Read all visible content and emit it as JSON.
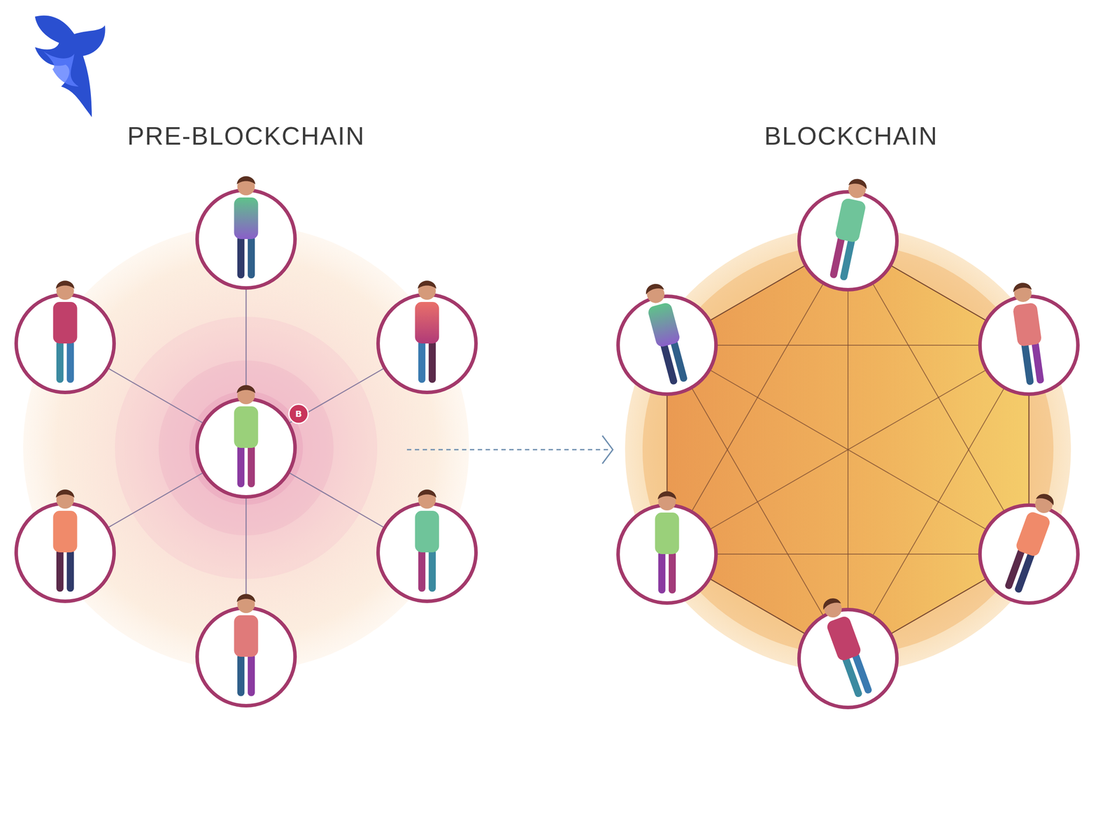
{
  "diagram": {
    "labels": [
      "PRE-BLOCKCHAIN",
      "BLOCKCHAIN",
      "B"
    ]
  }
}
